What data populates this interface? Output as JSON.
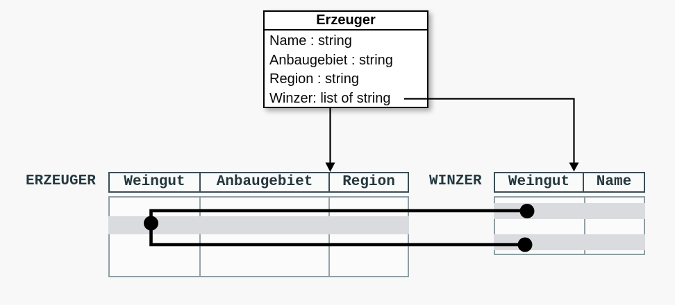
{
  "class_box": {
    "title": "Erzeuger",
    "attributes": [
      "Name : string",
      "Anbaugebiet : string",
      "Region : string",
      "Winzer: list of string"
    ]
  },
  "erzeuger_table": {
    "label": "ERZEUGER",
    "columns": [
      "Weingut",
      "Anbaugebiet",
      "Region"
    ],
    "row_count": 4,
    "highlighted_row_index": 2,
    "cells_empty": true
  },
  "winzer_table": {
    "label": "WINZER",
    "columns": [
      "Weingut",
      "Name"
    ],
    "row_count": 4,
    "highlighted_row_indexes": [
      2,
      4
    ],
    "cells_empty": true
  },
  "colors": {
    "background": "#f8f8f8",
    "table_text": "#24363e",
    "header_border": "#3a4d54",
    "body_border": "#8f9ea3",
    "row_highlight": "#dadbdf",
    "connector": "#000000"
  }
}
